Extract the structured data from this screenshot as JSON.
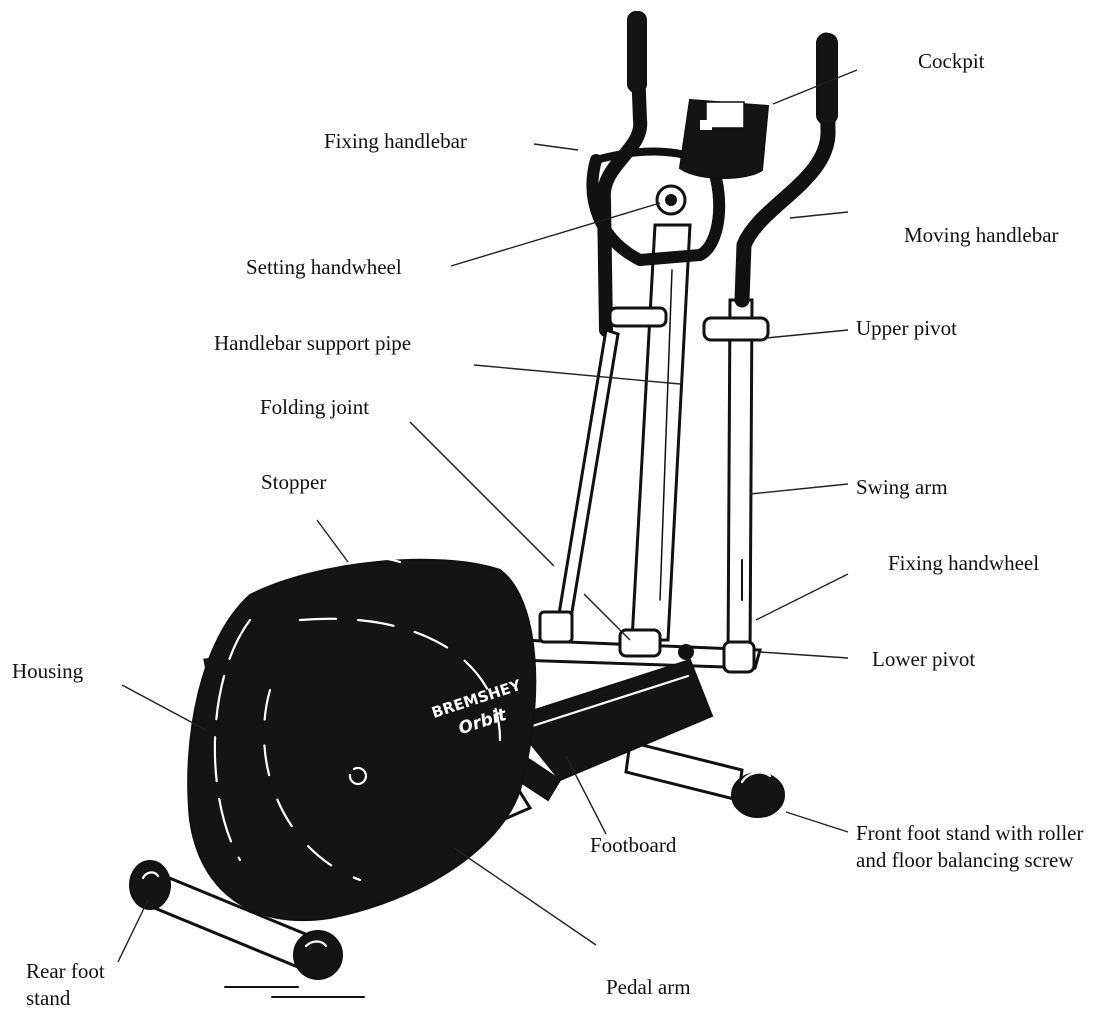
{
  "labels": {
    "cockpit": "Cockpit",
    "fixing_handlebar": "Fixing handlebar",
    "moving_handlebar": "Moving handlebar",
    "setting_handwheel": "Setting handwheel",
    "upper_pivot": "Upper pivot",
    "handlebar_support_pipe": "Handlebar support pipe",
    "folding_joint": "Folding joint",
    "swing_arm": "Swing arm",
    "stopper": "Stopper",
    "fixing_handwheel": "Fixing handwheel",
    "lower_pivot": "Lower pivot",
    "housing": "Housing",
    "footboard": "Footboard",
    "front_foot_stand": "Front foot stand with roller and floor balancing screw",
    "rear_foot_stand": "Rear foot stand",
    "pedal_arm": "Pedal arm"
  },
  "brand": {
    "name": "BREMSHEY",
    "model": "Orbit"
  },
  "colors": {
    "ink": "#111111",
    "background": "#ffffff"
  }
}
